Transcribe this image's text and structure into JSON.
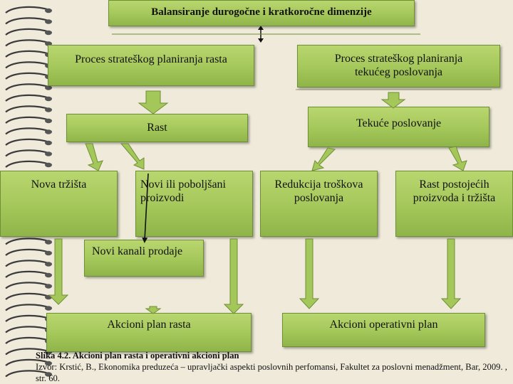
{
  "diagram": {
    "title": "Balansiranje durogočne i kratkoročne dimenzije",
    "nodes": {
      "growth_planning": "Proces strateškog planiranja rasta",
      "current_planning": "Proces strateškog planiranja tekućeg poslovanja",
      "growth": "Rast",
      "current_business": "Tekuće poslovanje",
      "new_markets": "Nova tržišta",
      "new_products": "Novi ili poboljšani proizvodi",
      "cost_reduction": "Redukcija troškova poslovanja",
      "existing_growth": "Rast postojećih proizvoda i tržišta",
      "new_channels": "Novi kanali prodaje",
      "growth_action_plan": "Akcioni plan rasta",
      "operational_action_plan": "Akcioni operativni plan"
    }
  },
  "caption": {
    "title": "Slika 4.2. Akcioni plan rasta i operativni akcioni plan",
    "source": "Izvor: Krstić, B., Ekonomika preduzeća – upravljački aspekti poslovnih perfomansi, Fakultet za poslovni menadžment, Bar, 2009. , str. 60."
  },
  "colors": {
    "box_fill": "#a4c75a",
    "box_border": "#6f8f37",
    "arrow": "#111111",
    "paper": "#efeada",
    "binding_rings": "#3b3b3b"
  },
  "icons": [
    "spiral-binding-icon"
  ]
}
